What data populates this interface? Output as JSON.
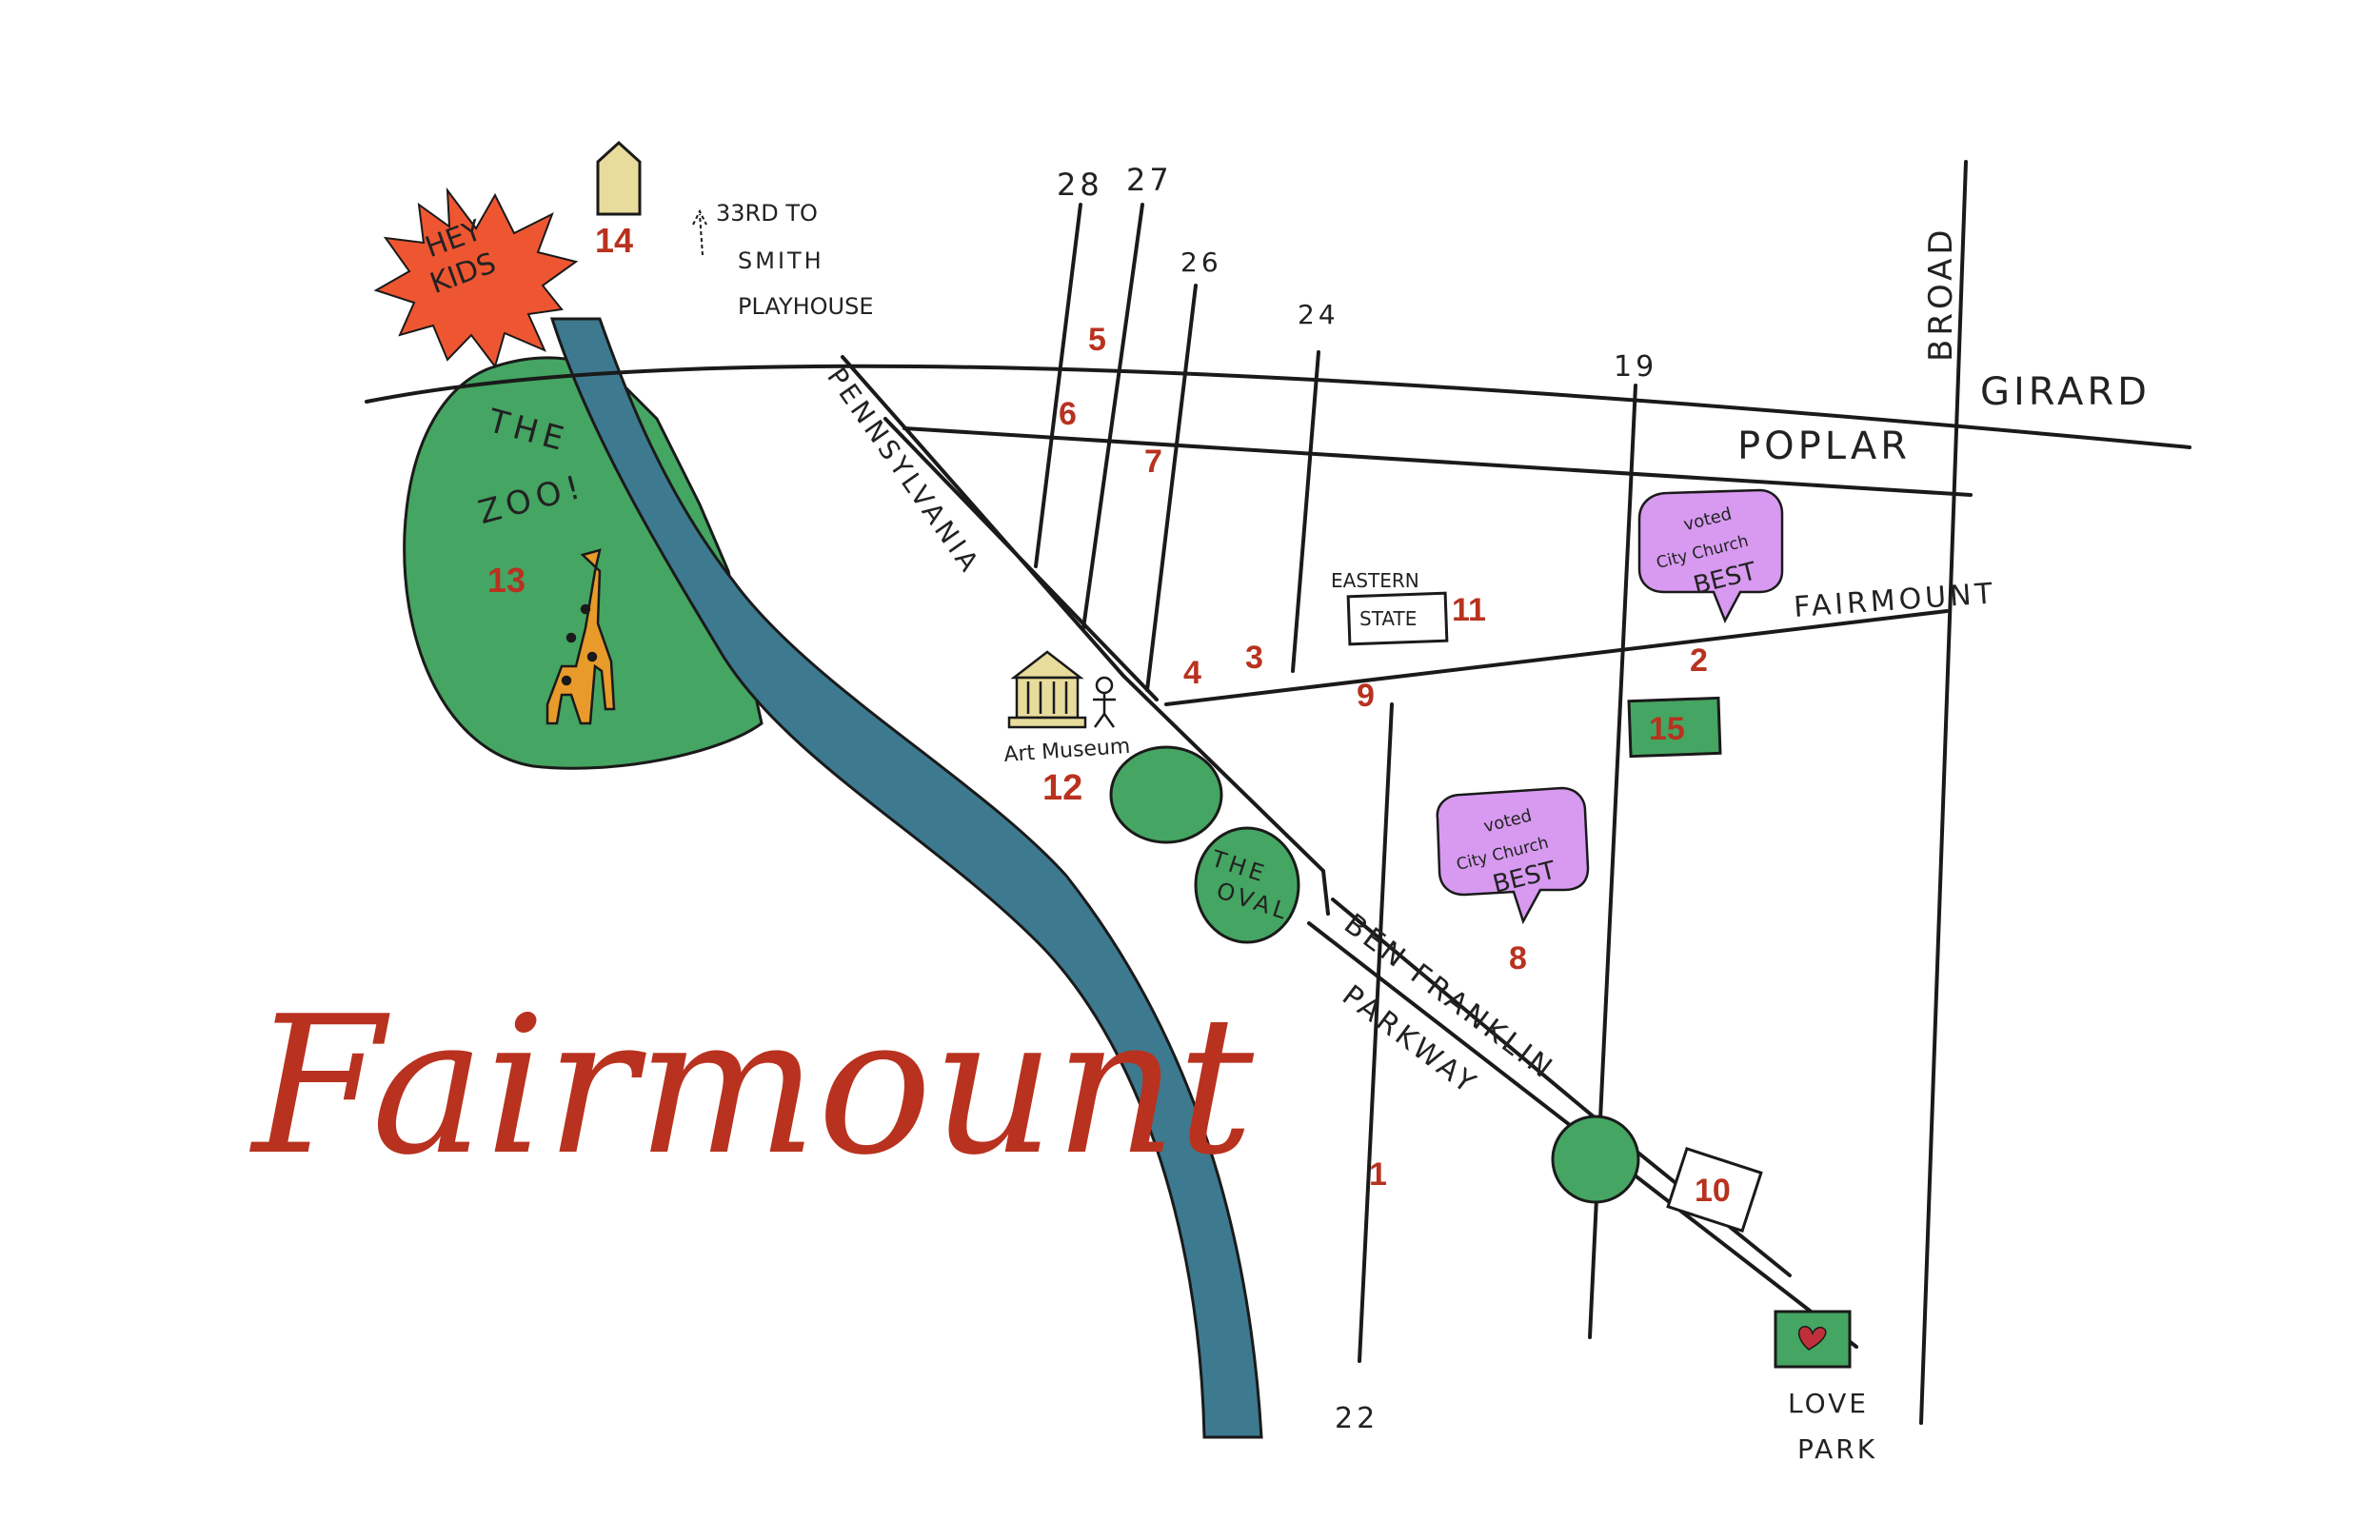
{
  "title": "Fairmount",
  "colors": {
    "river": "#3d7a90",
    "park": "#45a562",
    "label_red": "#b8321f",
    "burst": "#ee5631",
    "church_bubble": "#d79af0",
    "house": "#e8dc9c"
  },
  "streets": {
    "girard": "GIRARD",
    "poplar": "POPLAR",
    "fairmount": "FAIRMOUNT",
    "broad": "BROAD",
    "pennsylvania": "PENNSYLVANIA",
    "ben_franklin": "BEN FRANKLIN",
    "parkway": "PARKWAY",
    "s28": "28",
    "s27": "27",
    "s26": "26",
    "s24": "24",
    "s19": "19",
    "s22": "22"
  },
  "landmarks": {
    "hey_kids": [
      "HEY",
      "KIDS"
    ],
    "zoo": [
      "THE",
      "ZOO!"
    ],
    "smith_playhouse": [
      "33RD TO",
      "SMITH",
      "PLAYHOUSE"
    ],
    "art_museum": "Art Museum",
    "oval": [
      "THE",
      "OVAL"
    ],
    "eastern_state": [
      "EASTERN",
      "STATE"
    ],
    "love_park": [
      "LOVE",
      "PARK"
    ],
    "church_badge": [
      "voted",
      "City Church",
      "BEST"
    ]
  },
  "points": [
    "1",
    "2",
    "3",
    "4",
    "5",
    "6",
    "7",
    "8",
    "9",
    "10",
    "11",
    "12",
    "13",
    "14",
    "15"
  ],
  "icons": [
    "starburst-icon",
    "house-icon",
    "giraffe-icon",
    "museum-icon",
    "stick-figure-icon",
    "heart-icon",
    "speech-bubble-icon"
  ]
}
